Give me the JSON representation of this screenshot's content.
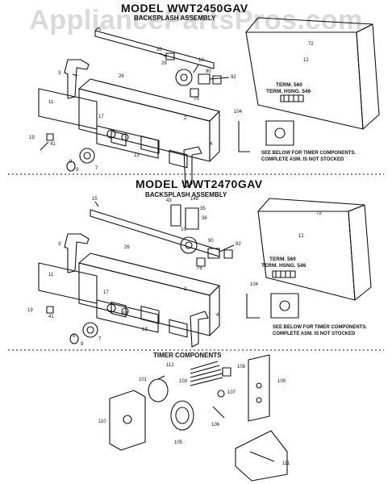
{
  "watermark": "AppliancePartsPros.com",
  "section1": {
    "model": "MODEL  WWT2450GAV",
    "assembly": "BACKSPLASH ASSEMBLY",
    "term_560": "TERM. 560",
    "term_hsng": "TERM. HSNG. 546",
    "note_line1": "SEE BELOW FOR TIMER COMPONENTS.",
    "note_line2": "COMPLETE ASM. IS NOT STOCKED",
    "labels": [
      "5",
      "30",
      "29",
      "10",
      "90",
      "92",
      "72",
      "12",
      "3",
      "26",
      "75",
      "11",
      "17",
      "2",
      "104",
      "19",
      "41",
      "13",
      "4",
      "8",
      "9",
      "7"
    ]
  },
  "section2": {
    "model": "MODEL  WWT2470GAV",
    "assembly": "BACKSPLASH ASSEMBLY",
    "term_560": "TERM. 560",
    "term_hsng": "TERM. HSNG. 546",
    "note_line1": "SEE BELOW FOR TIMER COMPONENTS.",
    "note_line2": "COMPLETE ASM. IS NOT STOCKED",
    "labels": [
      "15",
      "148",
      "43",
      "35",
      "36",
      "10",
      "72",
      "12",
      "3",
      "26",
      "90",
      "92",
      "75",
      "11",
      "2",
      "104",
      "17",
      "19",
      "41",
      "14",
      "8",
      "9",
      "7",
      "4",
      "13"
    ]
  },
  "section3": {
    "title": "TIMER COMPONENTS",
    "labels": [
      "112",
      "108",
      "101",
      "103",
      "109",
      "107",
      "110",
      "106",
      "105",
      "111"
    ]
  }
}
